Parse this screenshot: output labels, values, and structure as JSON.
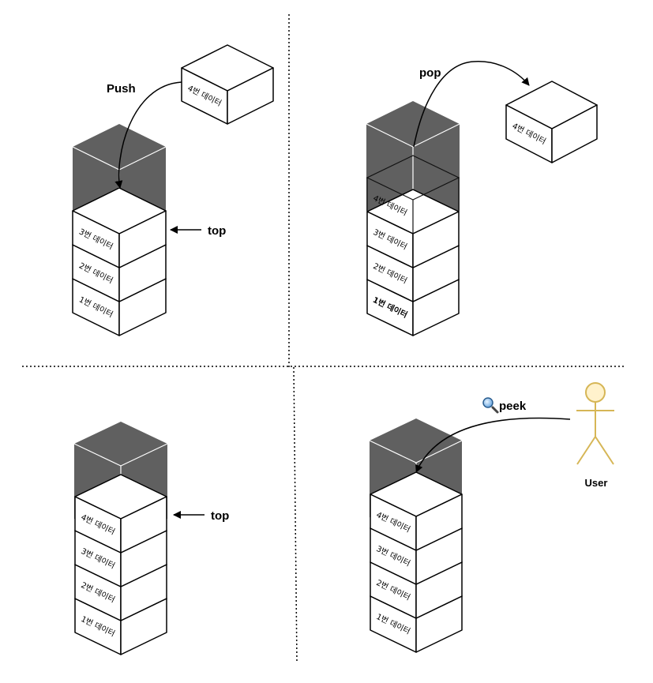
{
  "diagram": {
    "push_panel": {
      "operation_label": "Push",
      "pointer_label": "top",
      "incoming_block": "4번 데이터",
      "stack_blocks": [
        "3번 데이터",
        "2번 데이터",
        "1번 데이터"
      ]
    },
    "pop_panel": {
      "operation_label": "pop",
      "outgoing_block": "4번 데이터",
      "stack_blocks": [
        "4번 데이터",
        "3번 데이터",
        "2번 데이터",
        "1번 데이터"
      ]
    },
    "result_panel": {
      "pointer_label": "top",
      "stack_blocks": [
        "4번 데이터",
        "3번 데이터",
        "2번 데이터",
        "1번 데이터"
      ]
    },
    "peek_panel": {
      "operation_label": "peek",
      "actor_label": "User",
      "operation_icon": "magnifier-icon",
      "stack_blocks": [
        "4번 데이터",
        "3번 데이터",
        "2번 데이터",
        "1번 데이터"
      ]
    },
    "colors": {
      "empty_slot": "#606060",
      "block_fill": "#ffffff",
      "line": "#000000",
      "user_fill": "#fff2cc",
      "user_stroke": "#d6b656"
    }
  }
}
